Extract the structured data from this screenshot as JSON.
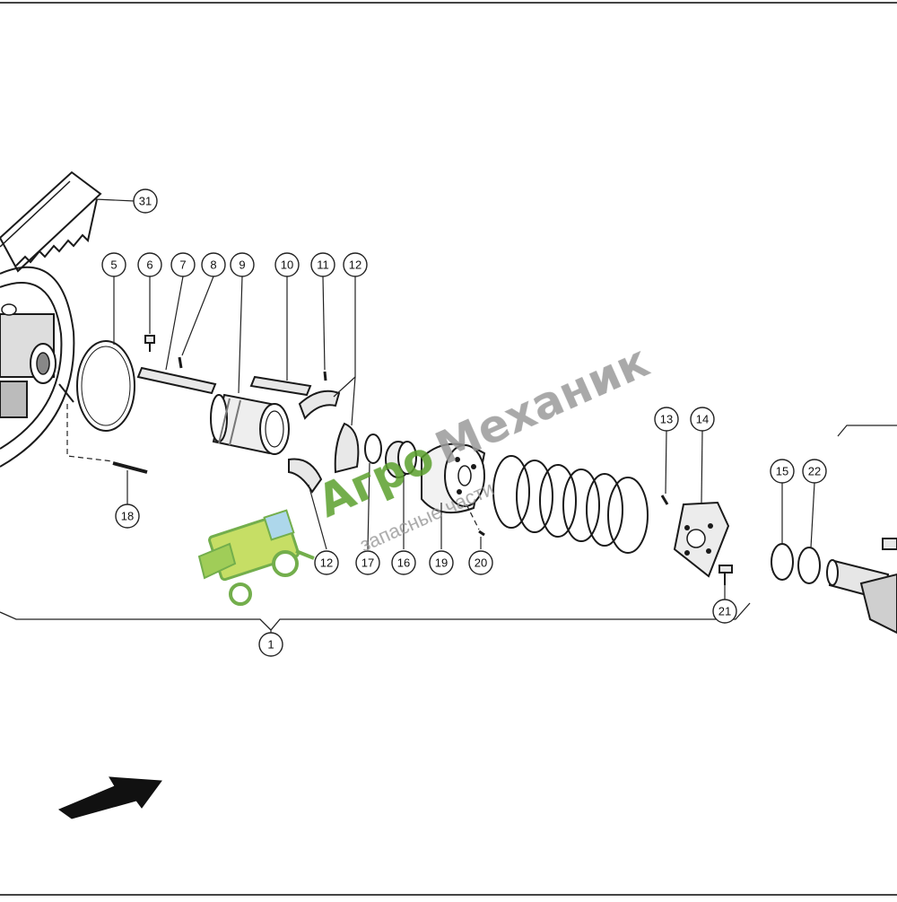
{
  "diagram": {
    "callouts": [
      {
        "id": "c31",
        "label": "31"
      },
      {
        "id": "c5",
        "label": "5"
      },
      {
        "id": "c6",
        "label": "6"
      },
      {
        "id": "c7",
        "label": "7"
      },
      {
        "id": "c8",
        "label": "8"
      },
      {
        "id": "c9",
        "label": "9"
      },
      {
        "id": "c10",
        "label": "10"
      },
      {
        "id": "c11",
        "label": "11"
      },
      {
        "id": "c12a",
        "label": "12"
      },
      {
        "id": "c13",
        "label": "13"
      },
      {
        "id": "c14",
        "label": "14"
      },
      {
        "id": "c15",
        "label": "15"
      },
      {
        "id": "c22",
        "label": "22"
      },
      {
        "id": "c18",
        "label": "18"
      },
      {
        "id": "c12b",
        "label": "12"
      },
      {
        "id": "c17",
        "label": "17"
      },
      {
        "id": "c16",
        "label": "16"
      },
      {
        "id": "c19",
        "label": "19"
      },
      {
        "id": "c20",
        "label": "20"
      },
      {
        "id": "c21",
        "label": "21"
      },
      {
        "id": "c1",
        "label": "1"
      }
    ]
  },
  "watermark": {
    "brand_part1": "Агро",
    "brand_part2": "Механик",
    "tagline": "запасные части",
    "color_green": "#5aa02c",
    "color_gray": "#9a9a9a"
  }
}
